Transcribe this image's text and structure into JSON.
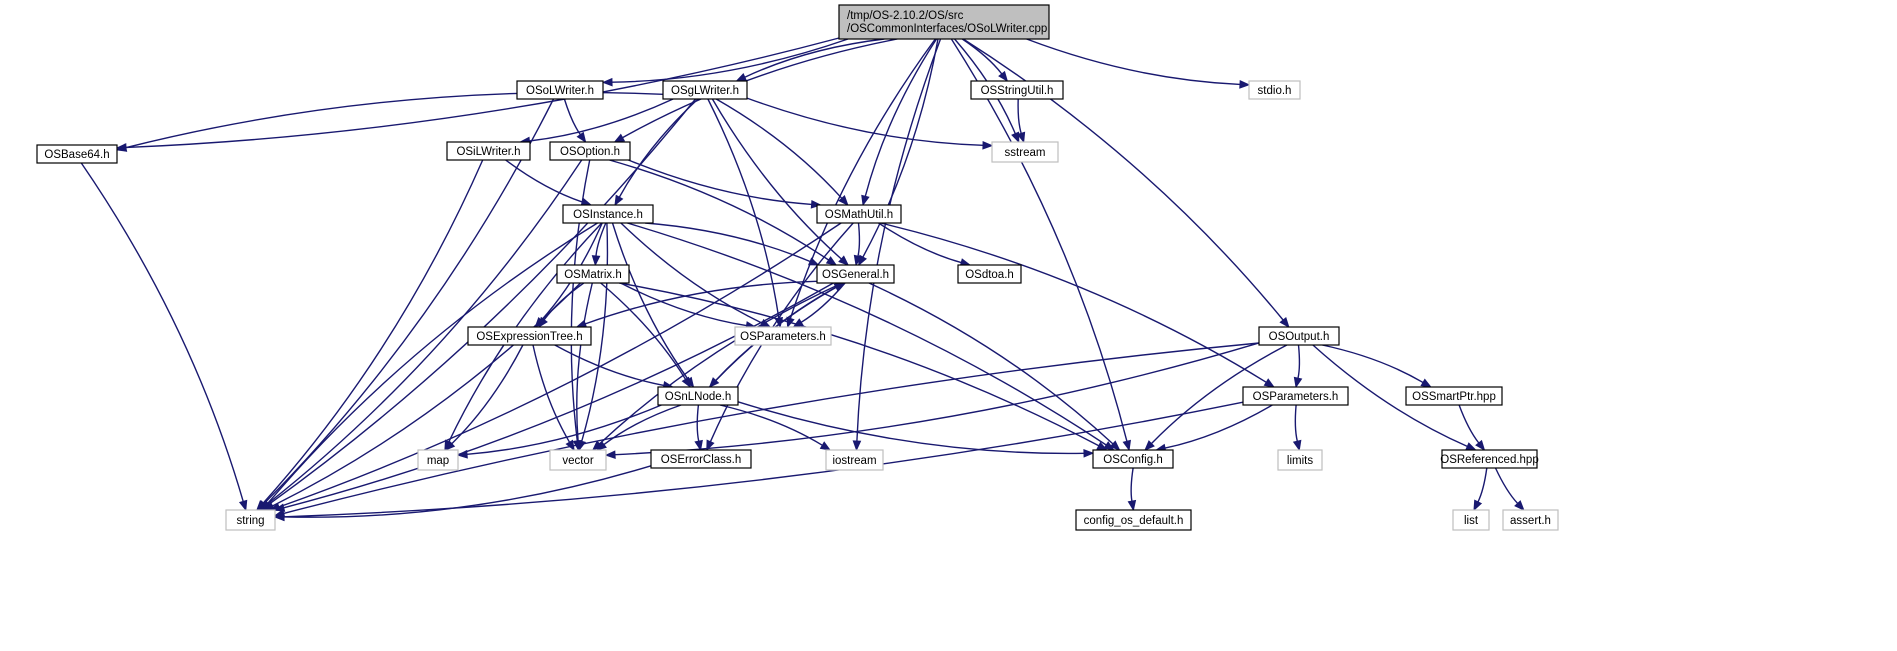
{
  "colors": {
    "edge": "#191970",
    "box_border_header": "#000000",
    "box_border_system": "#bfbfbf",
    "main_fill": "#bfbfbf",
    "box_fill": "#ffffff"
  },
  "nodes": [
    {
      "id": "main",
      "label": "/tmp/OS-2.10.2/OS/src\n/OSCommonInterfaces/OSoLWriter.cpp",
      "kind": "main"
    },
    {
      "id": "osolwriter",
      "label": "OSoLWriter.h",
      "kind": "header"
    },
    {
      "id": "osglwriter",
      "label": "OSgLWriter.h",
      "kind": "header"
    },
    {
      "id": "osstringutil",
      "label": "OSStringUtil.h",
      "kind": "header"
    },
    {
      "id": "stdio",
      "label": "stdio.h",
      "kind": "system"
    },
    {
      "id": "osbase64",
      "label": "OSBase64.h",
      "kind": "header"
    },
    {
      "id": "osilwriter",
      "label": "OSiLWriter.h",
      "kind": "header"
    },
    {
      "id": "osoption",
      "label": "OSOption.h",
      "kind": "header"
    },
    {
      "id": "sstream",
      "label": "sstream",
      "kind": "system"
    },
    {
      "id": "osinstance",
      "label": "OSInstance.h",
      "kind": "header"
    },
    {
      "id": "osmathutil",
      "label": "OSMathUtil.h",
      "kind": "header"
    },
    {
      "id": "osmatrix",
      "label": "OSMatrix.h",
      "kind": "header"
    },
    {
      "id": "osgeneral",
      "label": "OSGeneral.h",
      "kind": "header"
    },
    {
      "id": "osdtoa",
      "label": "OSdtoa.h",
      "kind": "header"
    },
    {
      "id": "osexpressiontree",
      "label": "OSExpressionTree.h",
      "kind": "header"
    },
    {
      "id": "osparameters_sys",
      "label": "OSParameters.h",
      "kind": "system"
    },
    {
      "id": "osoutput",
      "label": "OSOutput.h",
      "kind": "header"
    },
    {
      "id": "osnlnode",
      "label": "OSnLNode.h",
      "kind": "header"
    },
    {
      "id": "osparameters",
      "label": "OSParameters.h",
      "kind": "header"
    },
    {
      "id": "ossmartptr",
      "label": "OSSmartPtr.hpp",
      "kind": "header"
    },
    {
      "id": "map",
      "label": "map",
      "kind": "system"
    },
    {
      "id": "vector",
      "label": "vector",
      "kind": "system"
    },
    {
      "id": "oserrorclass",
      "label": "OSErrorClass.h",
      "kind": "header"
    },
    {
      "id": "iostream",
      "label": "iostream",
      "kind": "system"
    },
    {
      "id": "osconfig",
      "label": "OSConfig.h",
      "kind": "header"
    },
    {
      "id": "limits",
      "label": "limits",
      "kind": "system"
    },
    {
      "id": "osreferenced",
      "label": "OSReferenced.hpp",
      "kind": "header"
    },
    {
      "id": "string",
      "label": "string",
      "kind": "system"
    },
    {
      "id": "config_os_default",
      "label": "config_os_default.h",
      "kind": "header"
    },
    {
      "id": "list",
      "label": "list",
      "kind": "system"
    },
    {
      "id": "assert",
      "label": "assert.h",
      "kind": "system"
    }
  ],
  "edges": [
    [
      "main",
      "osolwriter"
    ],
    [
      "main",
      "osglwriter"
    ],
    [
      "main",
      "osstringutil"
    ],
    [
      "main",
      "stdio"
    ],
    [
      "main",
      "osbase64"
    ],
    [
      "main",
      "osoption"
    ],
    [
      "main",
      "sstream"
    ],
    [
      "main",
      "osmathutil"
    ],
    [
      "main",
      "osgeneral"
    ],
    [
      "main",
      "osparameters_sys"
    ],
    [
      "main",
      "osoutput"
    ],
    [
      "main",
      "iostream"
    ],
    [
      "main",
      "osconfig"
    ],
    [
      "osolwriter",
      "osoption"
    ],
    [
      "osolwriter",
      "string"
    ],
    [
      "osglwriter",
      "osbase64"
    ],
    [
      "osglwriter",
      "osilwriter"
    ],
    [
      "osglwriter",
      "osinstance"
    ],
    [
      "osglwriter",
      "osmathutil"
    ],
    [
      "osglwriter",
      "osgeneral"
    ],
    [
      "osglwriter",
      "osparameters_sys"
    ],
    [
      "osglwriter",
      "sstream"
    ],
    [
      "osglwriter",
      "string"
    ],
    [
      "osstringutil",
      "sstream"
    ],
    [
      "osbase64",
      "string"
    ],
    [
      "osilwriter",
      "osinstance"
    ],
    [
      "osilwriter",
      "string"
    ],
    [
      "osoption",
      "osmathutil"
    ],
    [
      "osoption",
      "osgeneral"
    ],
    [
      "osoption",
      "vector"
    ],
    [
      "osoption",
      "string"
    ],
    [
      "osinstance",
      "osmatrix"
    ],
    [
      "osinstance",
      "osexpressiontree"
    ],
    [
      "osinstance",
      "osnlnode"
    ],
    [
      "osinstance",
      "osgeneral"
    ],
    [
      "osinstance",
      "osparameters_sys"
    ],
    [
      "osinstance",
      "osconfig"
    ],
    [
      "osinstance",
      "map"
    ],
    [
      "osinstance",
      "vector"
    ],
    [
      "osinstance",
      "string"
    ],
    [
      "osmathutil",
      "osgeneral"
    ],
    [
      "osmathutil",
      "osdtoa"
    ],
    [
      "osmathutil",
      "osparameters"
    ],
    [
      "osmathutil",
      "oserrorclass"
    ],
    [
      "osmathutil",
      "string"
    ],
    [
      "osmatrix",
      "osexpressiontree"
    ],
    [
      "osmatrix",
      "osnlnode"
    ],
    [
      "osmatrix",
      "osparameters_sys"
    ],
    [
      "osmatrix",
      "osconfig"
    ],
    [
      "osmatrix",
      "vector"
    ],
    [
      "osmatrix",
      "string"
    ],
    [
      "osgeneral",
      "osexpressiontree"
    ],
    [
      "osgeneral",
      "osparameters_sys"
    ],
    [
      "osgeneral",
      "osnlnode"
    ],
    [
      "osgeneral",
      "osconfig"
    ],
    [
      "osgeneral",
      "vector"
    ],
    [
      "osgeneral",
      "string"
    ],
    [
      "osexpressiontree",
      "osnlnode"
    ],
    [
      "osexpressiontree",
      "map"
    ],
    [
      "osexpressiontree",
      "vector"
    ],
    [
      "osnlnode",
      "osgeneral"
    ],
    [
      "osnlnode",
      "oserrorclass"
    ],
    [
      "osnlnode",
      "map"
    ],
    [
      "osnlnode",
      "vector"
    ],
    [
      "osnlnode",
      "iostream"
    ],
    [
      "osnlnode",
      "osconfig"
    ],
    [
      "osoutput",
      "osparameters"
    ],
    [
      "osoutput",
      "osconfig"
    ],
    [
      "osoutput",
      "ossmartptr"
    ],
    [
      "osoutput",
      "osreferenced"
    ],
    [
      "osoutput",
      "vector"
    ],
    [
      "osoutput",
      "string"
    ],
    [
      "osparameters",
      "osconfig"
    ],
    [
      "osparameters",
      "limits"
    ],
    [
      "osparameters",
      "string"
    ],
    [
      "ossmartptr",
      "osreferenced"
    ],
    [
      "oserrorclass",
      "string"
    ],
    [
      "osconfig",
      "config_os_default"
    ],
    [
      "osreferenced",
      "list"
    ],
    [
      "osreferenced",
      "assert"
    ]
  ]
}
